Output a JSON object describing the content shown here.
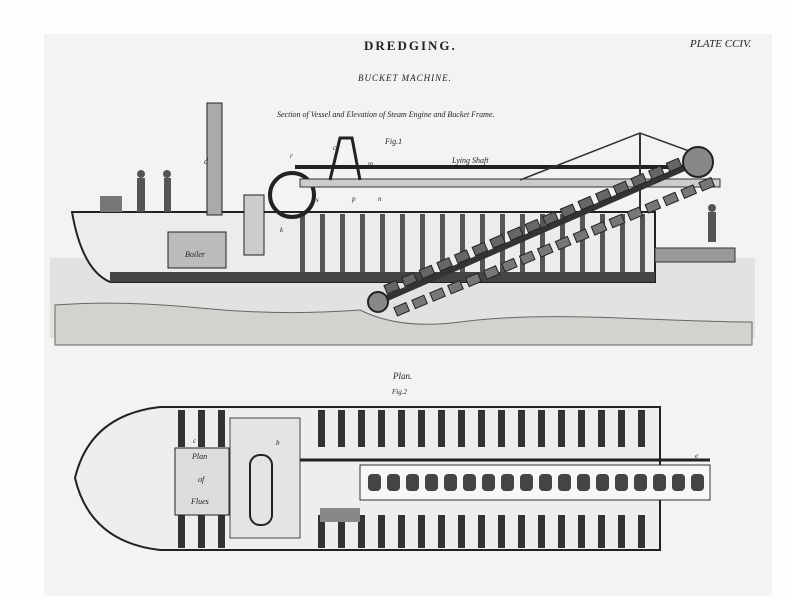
{
  "header": {
    "title": "DREDGING.",
    "plate": "PLATE CCIV.",
    "subtitle": "BUCKET MACHINE."
  },
  "figure1": {
    "caption": "Section of Vessel and Elevation of Steam Engine and Bucket Frame.",
    "fig_label": "Fig.1",
    "shaft_label": "Lying Shaft",
    "boiler_label": "Boiler",
    "letters": [
      "d",
      "c",
      "m",
      "r",
      "p",
      "n",
      "s",
      "k"
    ]
  },
  "figure2": {
    "caption": "Plan.",
    "fig_label": "Fig.2",
    "flues_label": [
      "Plan",
      "of",
      "Flues"
    ],
    "letters": [
      "c",
      "b",
      "e"
    ]
  }
}
